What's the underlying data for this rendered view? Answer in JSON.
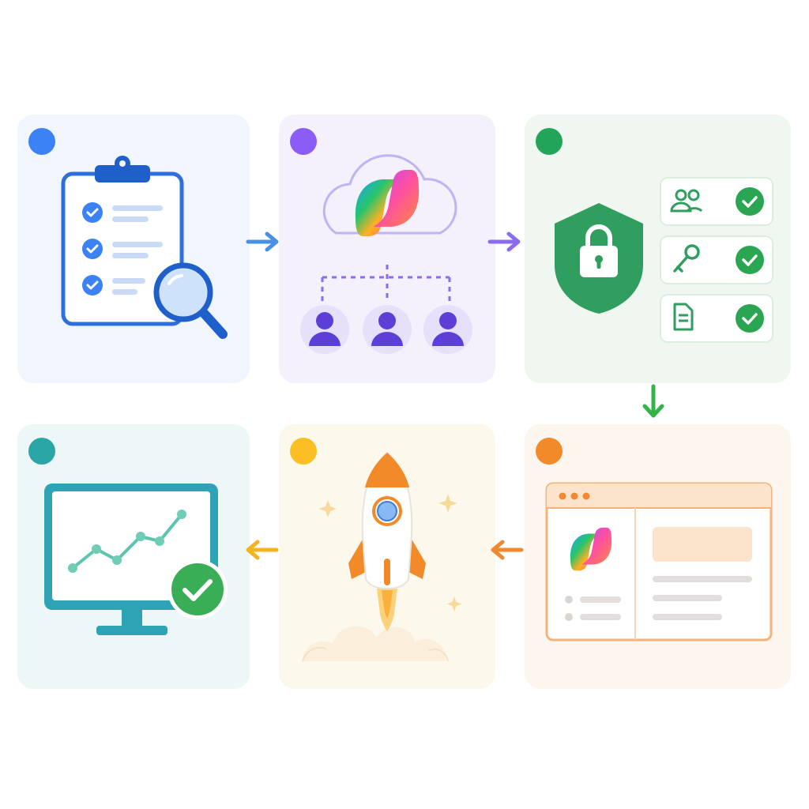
{
  "colors": {
    "background": "#ffffff",
    "step1": "#3b82f6",
    "step2": "#8b5cf6",
    "step3": "#22a55a",
    "step4": "#f28a2a",
    "step5": "#fbbf24",
    "step6": "#2aa6a6",
    "panel1_bg": "#f1f6fe",
    "panel2_bg": "#f4f1fd",
    "panel3_bg": "#f0f7f1",
    "panel4_bg": "#fdf6ef",
    "panel5_bg": "#fdf8ec",
    "panel6_bg": "#eef7f8",
    "arrow_blue": "#4a90e2",
    "arrow_purple": "#8b6cf0",
    "arrow_green": "#33b34a",
    "arrow_orange": "#f08a2e",
    "arrow_yellow": "#f5b321"
  },
  "steps": [
    {
      "id": "assess",
      "icon": "clipboard-checklist-magnifier-icon"
    },
    {
      "id": "plan",
      "icon": "cloud-copilot-org-icon"
    },
    {
      "id": "secure",
      "icon": "shield-lock-checklist-icon"
    },
    {
      "id": "configure",
      "icon": "browser-copilot-window-icon"
    },
    {
      "id": "launch",
      "icon": "rocket-icon"
    },
    {
      "id": "monitor",
      "icon": "monitor-chart-check-icon"
    }
  ],
  "connectors": [
    {
      "from": "assess",
      "to": "plan",
      "direction": "right"
    },
    {
      "from": "plan",
      "to": "secure",
      "direction": "right"
    },
    {
      "from": "secure",
      "to": "configure",
      "direction": "down"
    },
    {
      "from": "configure",
      "to": "launch",
      "direction": "left"
    },
    {
      "from": "launch",
      "to": "monitor",
      "direction": "left"
    }
  ]
}
